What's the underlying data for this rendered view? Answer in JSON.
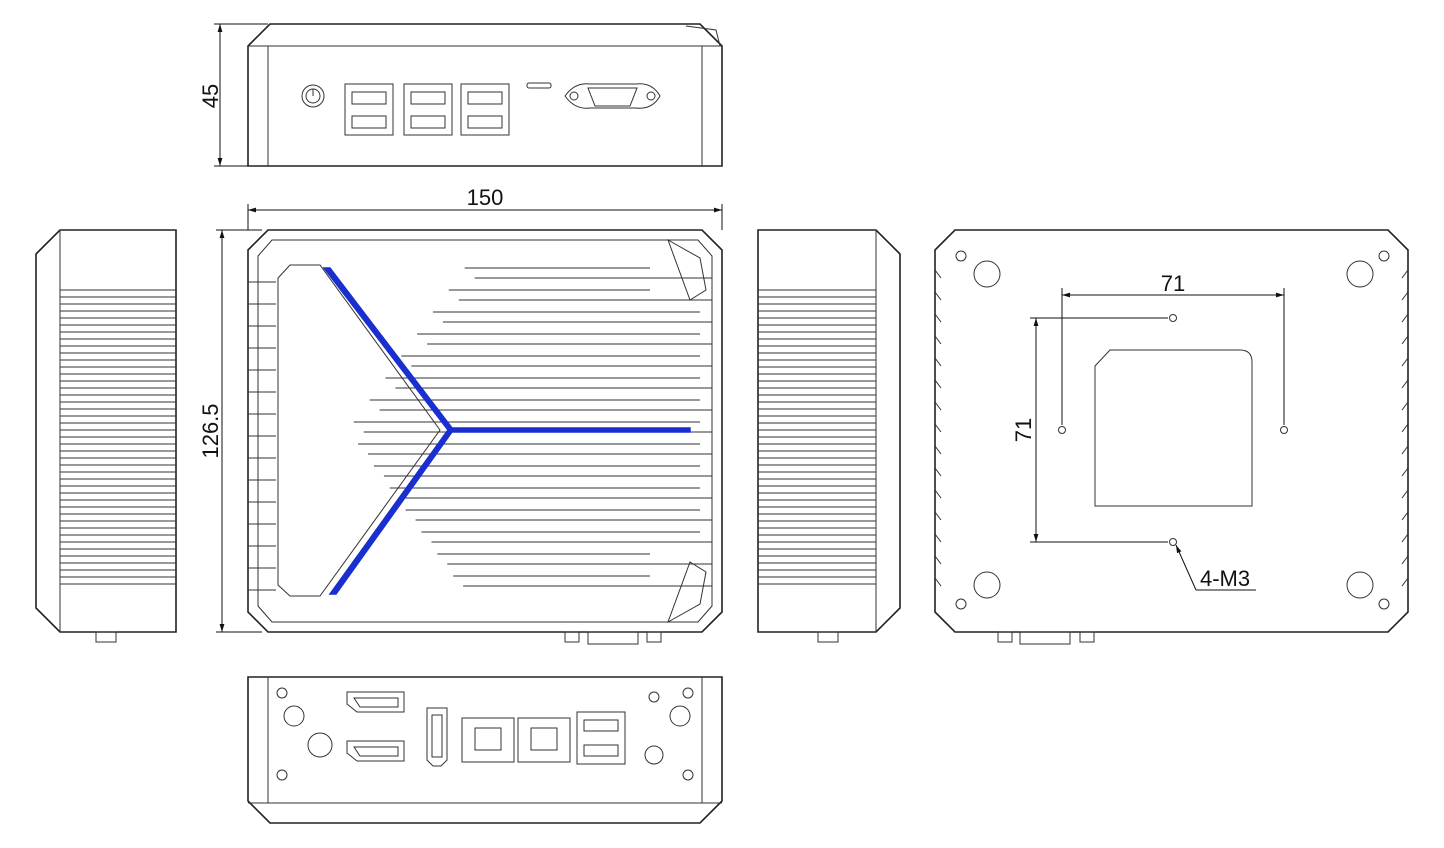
{
  "title": "Mini PC mechanical dimension drawing",
  "dimensions": {
    "height": "45",
    "width": "150",
    "depth": "126.5",
    "mount_spacing_x": "71",
    "mount_spacing_y": "71",
    "mount_screws": "4-M3"
  },
  "colors": {
    "line": "#222222",
    "accent_stripe": "#1a2fd0"
  }
}
